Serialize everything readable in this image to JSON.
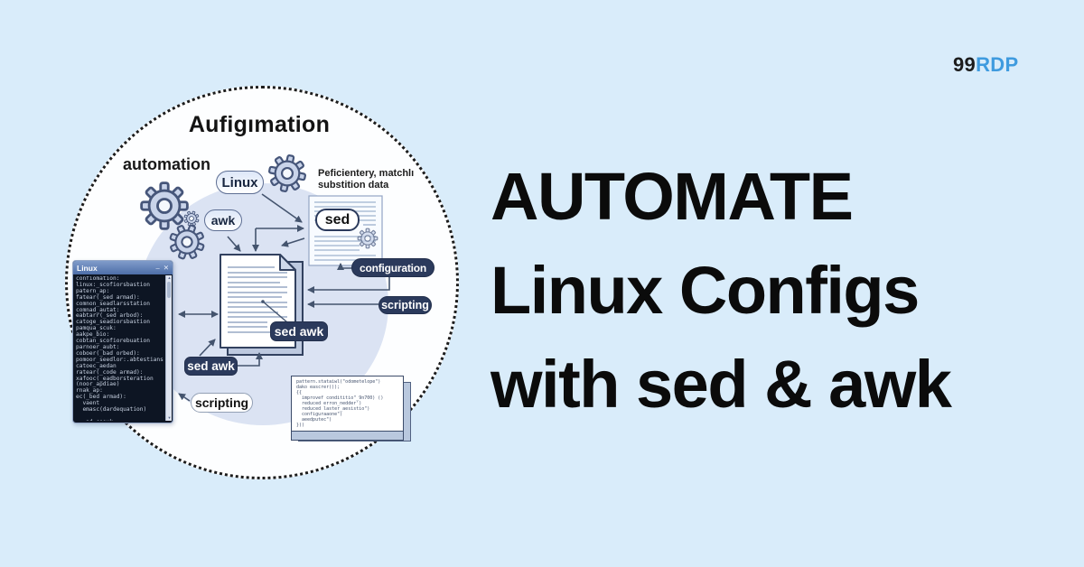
{
  "page": {
    "background_color": "#d9ecfa"
  },
  "brand": {
    "prefix": "99",
    "suffix": "RDP",
    "suffix_color": "#3f9bdf"
  },
  "headline": {
    "lines": [
      "AUTOMATE",
      "Linux Configs",
      "with sed & awk"
    ]
  },
  "diagram": {
    "title": "Aufigımation",
    "automation_label": "automation",
    "note": {
      "line1": "Peficientery, matchlı",
      "line2": "substition data"
    },
    "pills": {
      "linux": "Linux",
      "awk": "awk",
      "sed": "sed",
      "configuration": "configuration",
      "scripting_right": "scripting",
      "sed_awk_doc": "sed awk",
      "sed_awk_left": "sed awk",
      "scripting_left": "scripting"
    },
    "terminal": {
      "title": "Linux",
      "minimize_glyph": "–",
      "close_glyph": "✕",
      "scroll_up_glyph": "▲",
      "scroll_down_glyph": "▼",
      "lines": [
        "confiomation:",
        "linux:_scofiorsbastion",
        "patern_ap:",
        "fatear(_sed armad):",
        "comnon_seadlarsstation",
        "comnad_autat:",
        "eabtarr(_sed arbod):",
        "catoge_seadiorsbastion",
        "pamqua_scuk:",
        "aakpe_bio:",
        "cobtan_scofiorebuation",
        "parnoer_aubt:",
        "coboer(_bad orbed):",
        "pomoor_seedlor:.abtestians",
        "catoec_aedan",
        "ratear(_code armad):",
        "xafooc(_eadborsteration",
        "(noor_apdiae)",
        "rnak_ap:",
        "ec(_bed armad):",
        "  vaent",
        "  emasc(dardequation)",
        "",
        "   ad_coeuk"
      ]
    },
    "code_snippet": {
      "lines": [
        "pattern.stataiwl(\"odometelope\")",
        "dako eascrer());",
        "{{",
        "  improvef condititio\"_9n700) ()",
        "  reduced erron_nedder')",
        "  reduced laster_aesistio\")",
        "  configuraaone\")",
        "  aeedputec\")",
        "}))"
      ]
    },
    "colors": {
      "navy_pill": "#2b3a5c",
      "gear_fill": "#c9d4ea",
      "gear_stroke": "#46567a",
      "blob": "#dbe3f3",
      "terminal_titlebar": "#5d7cb2",
      "terminal_body": "#0d1523"
    }
  }
}
